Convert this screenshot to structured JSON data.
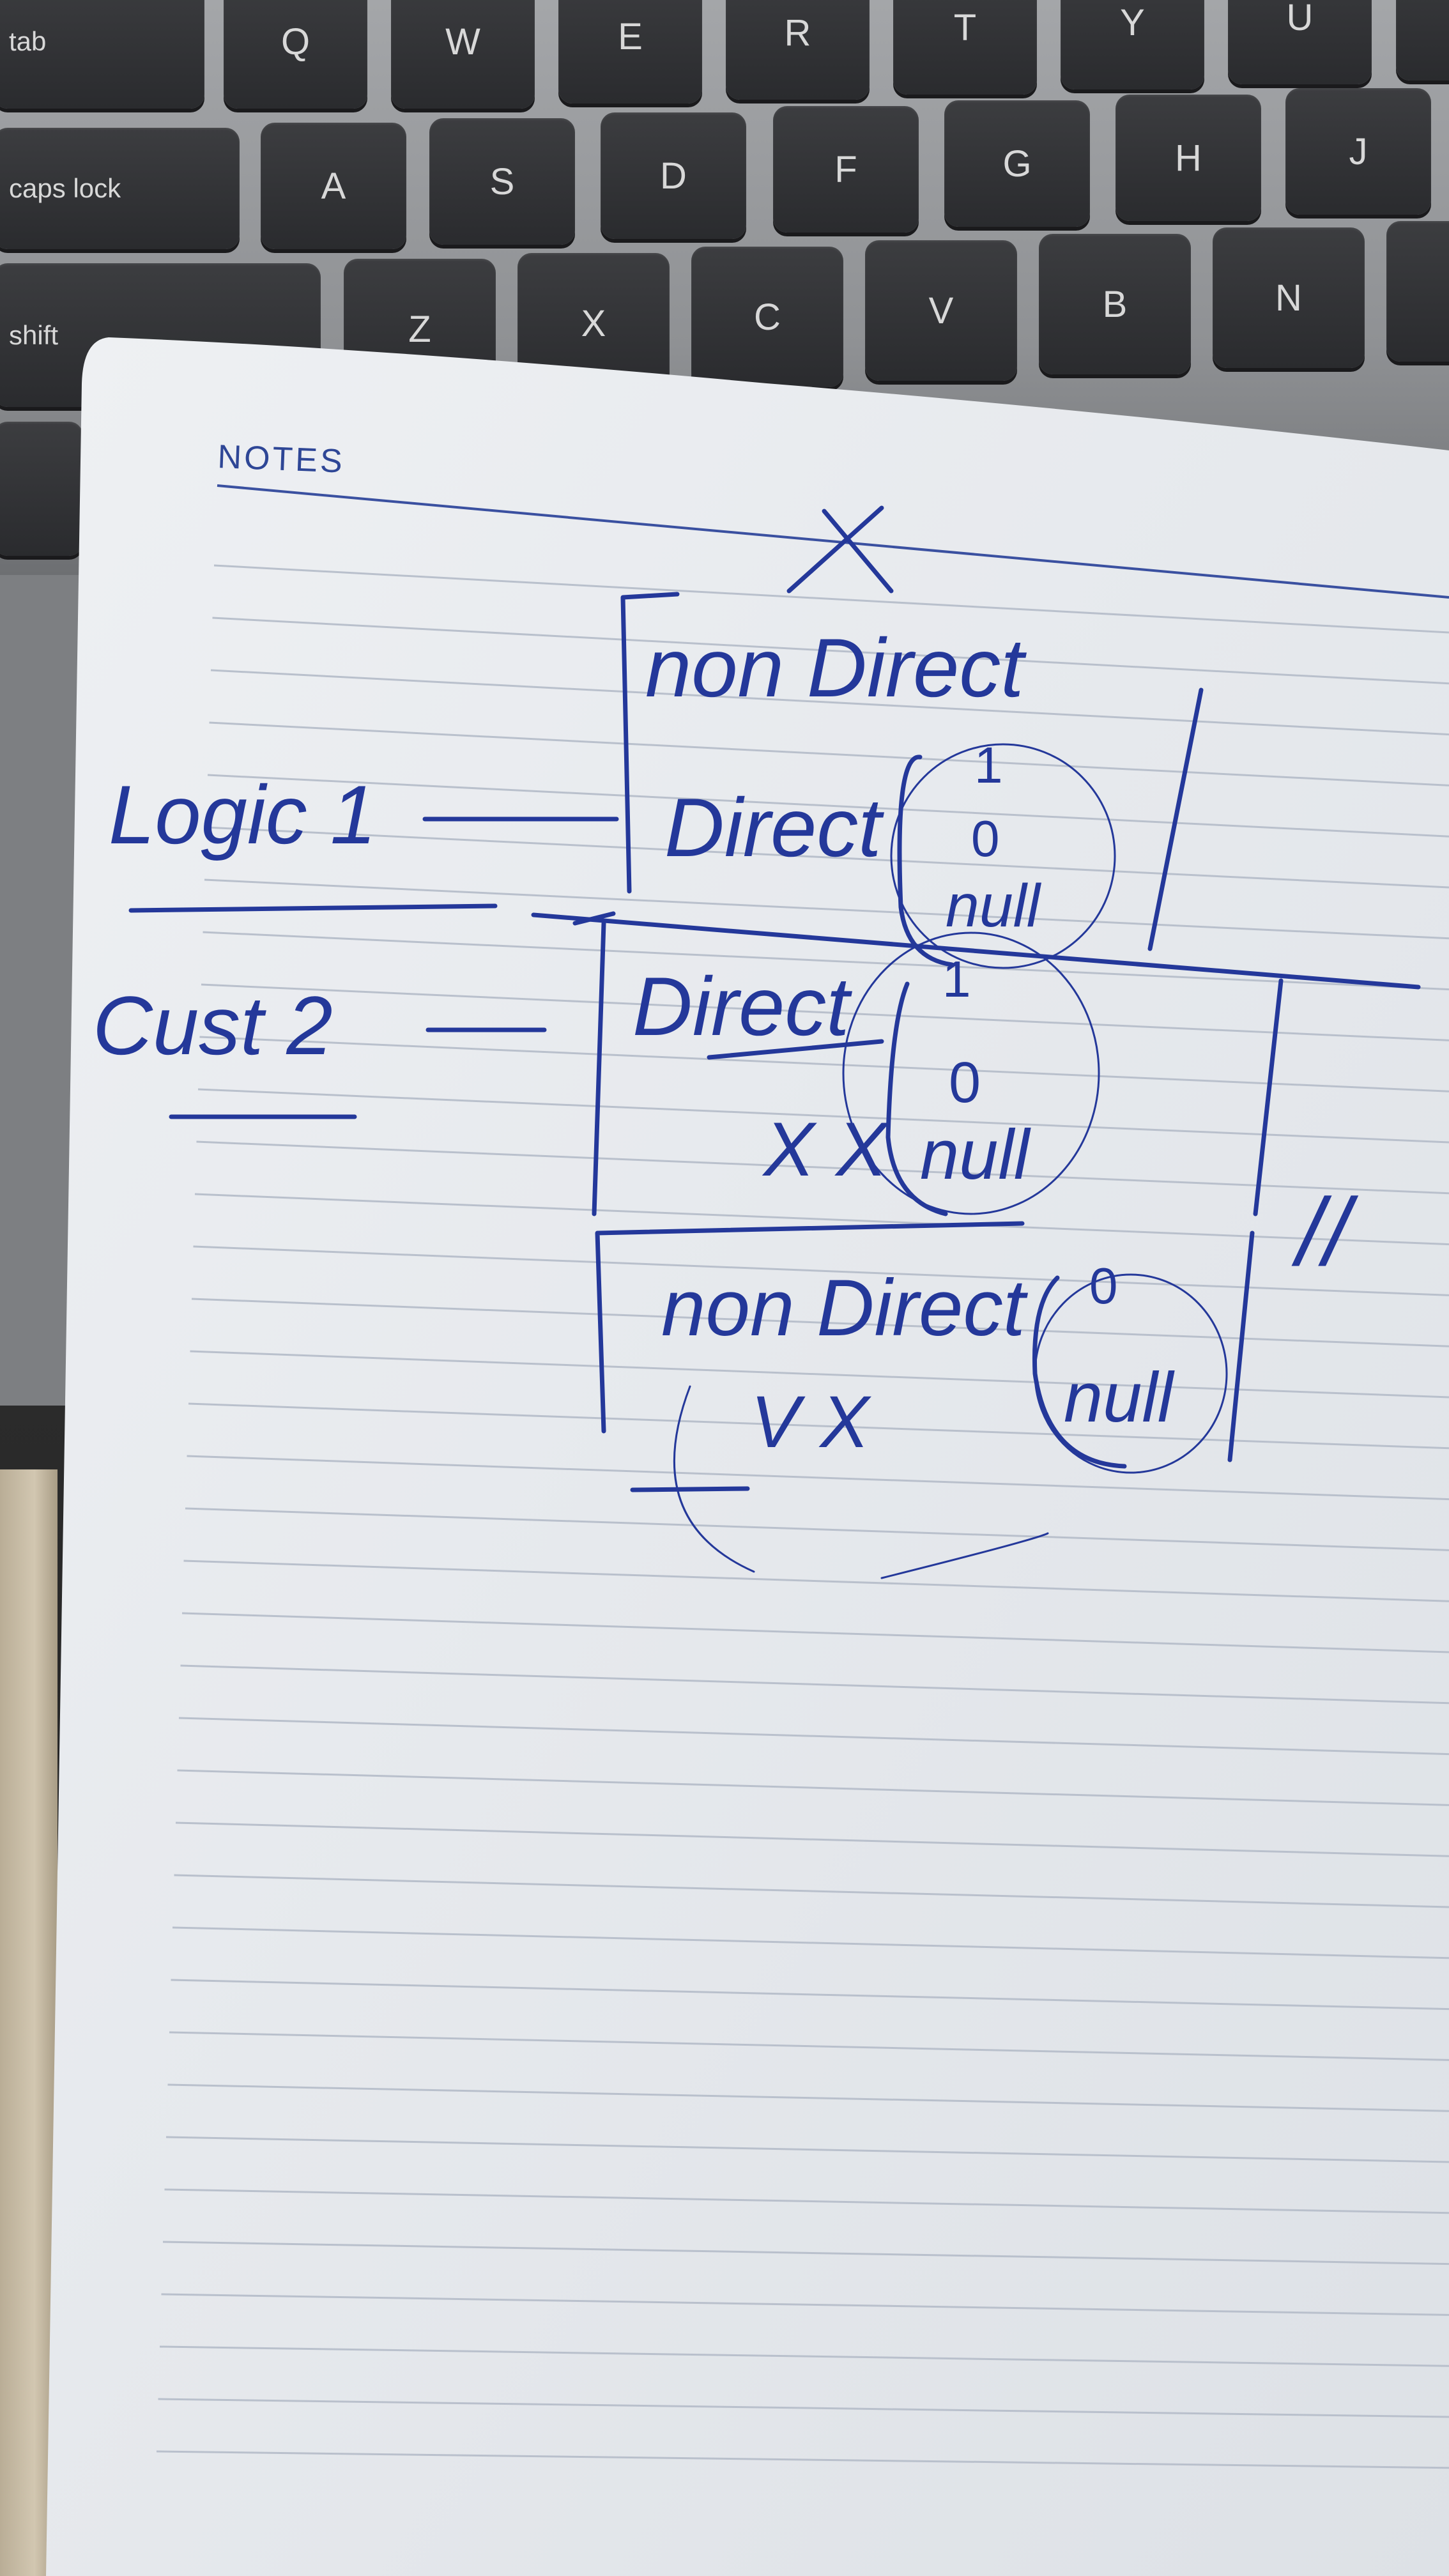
{
  "keyboard": {
    "row1": [
      "tab",
      "Q",
      "W",
      "E",
      "R",
      "T",
      "Y",
      "U"
    ],
    "row2": [
      "caps lock",
      "A",
      "S",
      "D",
      "F",
      "G",
      "H",
      "J"
    ],
    "row3": [
      "shift",
      "Z",
      "X",
      "C",
      "V",
      "B",
      "N"
    ]
  },
  "notebook": {
    "header": "NOTES",
    "handwriting": {
      "top_mark": "X",
      "left_labels": [
        "Logic 1",
        "Cust 2"
      ],
      "block1": {
        "rows": [
          "non Direct",
          "Direct"
        ],
        "values": [
          "1",
          "0",
          "null"
        ]
      },
      "block2": {
        "rows": [
          "Direct",
          "X X"
        ],
        "values": [
          "1",
          "0",
          "null"
        ]
      },
      "block3": {
        "rows": [
          "non Direct",
          "V X"
        ],
        "values": [
          "0",
          "null"
        ]
      },
      "side_mark": "//"
    }
  },
  "colors": {
    "ink": "#24389a",
    "paper": "#e9ecf0",
    "rule": "#b9c0cc",
    "header_rule": "#3a50a0"
  }
}
